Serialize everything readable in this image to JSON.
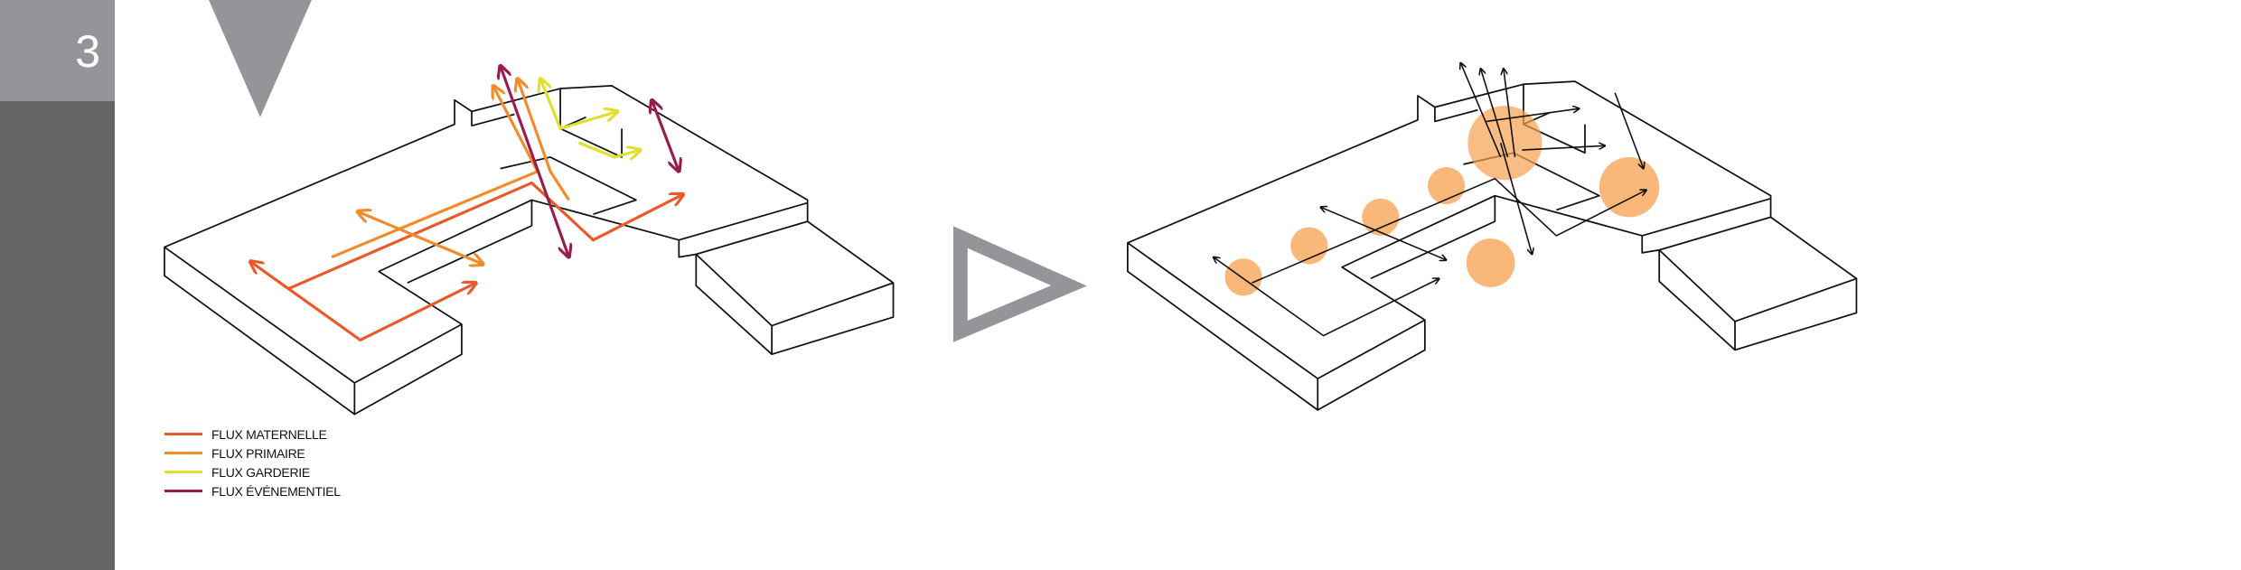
{
  "step": {
    "number": "3"
  },
  "legend": [
    {
      "label": "FLUX MATERNELLE",
      "color": "#e9592a"
    },
    {
      "label": "FLUX PRIMAIRE",
      "color": "#f28b2a"
    },
    {
      "label": "FLUX GARDERIE",
      "color": "#e2df2e"
    },
    {
      "label": "FLUX ÉVÉNEMENTIEL",
      "color": "#9a1c4c"
    }
  ],
  "colors": {
    "sidebar_top": "#939598",
    "sidebar_bottom": "#636466",
    "hotspot": "#f7a04e",
    "arrow_gray": "#939598"
  }
}
